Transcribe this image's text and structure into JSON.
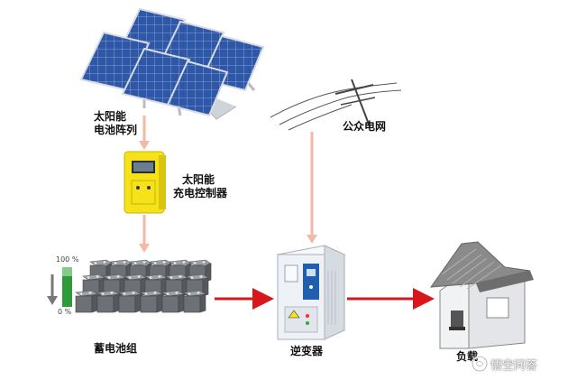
{
  "labels": {
    "solar_array_line1": "太阳能",
    "solar_array_line2": "电池阵列",
    "controller_line1": "太阳能",
    "controller_line2": "充电控制器",
    "public_grid": "公众电网",
    "battery_bank": "蓄电池组",
    "inverter": "逆变器",
    "load_partial": "负载",
    "level_full": "100 %",
    "level_empty": "0 %"
  },
  "watermark": {
    "text": "悟空问答"
  },
  "colors": {
    "panel_blue": "#2f57a8",
    "panel_frame": "#d7dbe2",
    "controller_yellow": "#f5e21a",
    "inverter_body": "#eef1f5",
    "inverter_panel": "#1f5fae",
    "pipe_pink": "#f2b9a8",
    "power_red": "#d8161b",
    "battery_gray": "#6d7177",
    "level_green": "#2e9a3a",
    "roof": "#8a8a8a"
  }
}
